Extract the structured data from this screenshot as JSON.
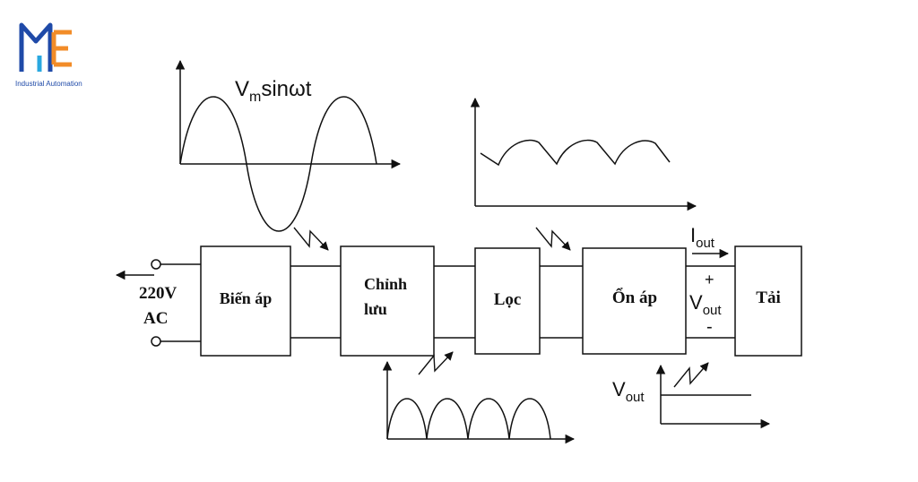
{
  "logo": {
    "caption": "Industrial Automation",
    "colors": {
      "blue": "#1f4aa8",
      "cyan": "#29a8e0",
      "orange": "#f28c28"
    }
  },
  "input": {
    "voltage": "220V",
    "type": "AC"
  },
  "blocks": [
    {
      "id": "transformer",
      "lines": [
        "Biến áp"
      ]
    },
    {
      "id": "rectifier",
      "lines": [
        "Chỉnh",
        "lưu"
      ]
    },
    {
      "id": "filter",
      "lines": [
        "Lọc"
      ]
    },
    {
      "id": "regulator",
      "lines": [
        "Ổn áp"
      ]
    },
    {
      "id": "load",
      "lines": [
        "Tải"
      ]
    }
  ],
  "waveforms": {
    "sine": {
      "label_main": "V",
      "label_sub": "m",
      "label_rest": "sinωt"
    },
    "output_dc": {
      "label_main": "V",
      "label_sub": "out"
    }
  },
  "output": {
    "current": {
      "main": "I",
      "sub": "out"
    },
    "voltage": {
      "main": "V",
      "sub": "out"
    },
    "plus": "+",
    "minus": "-"
  },
  "colors": {
    "line": "#111111",
    "background": "#ffffff"
  }
}
